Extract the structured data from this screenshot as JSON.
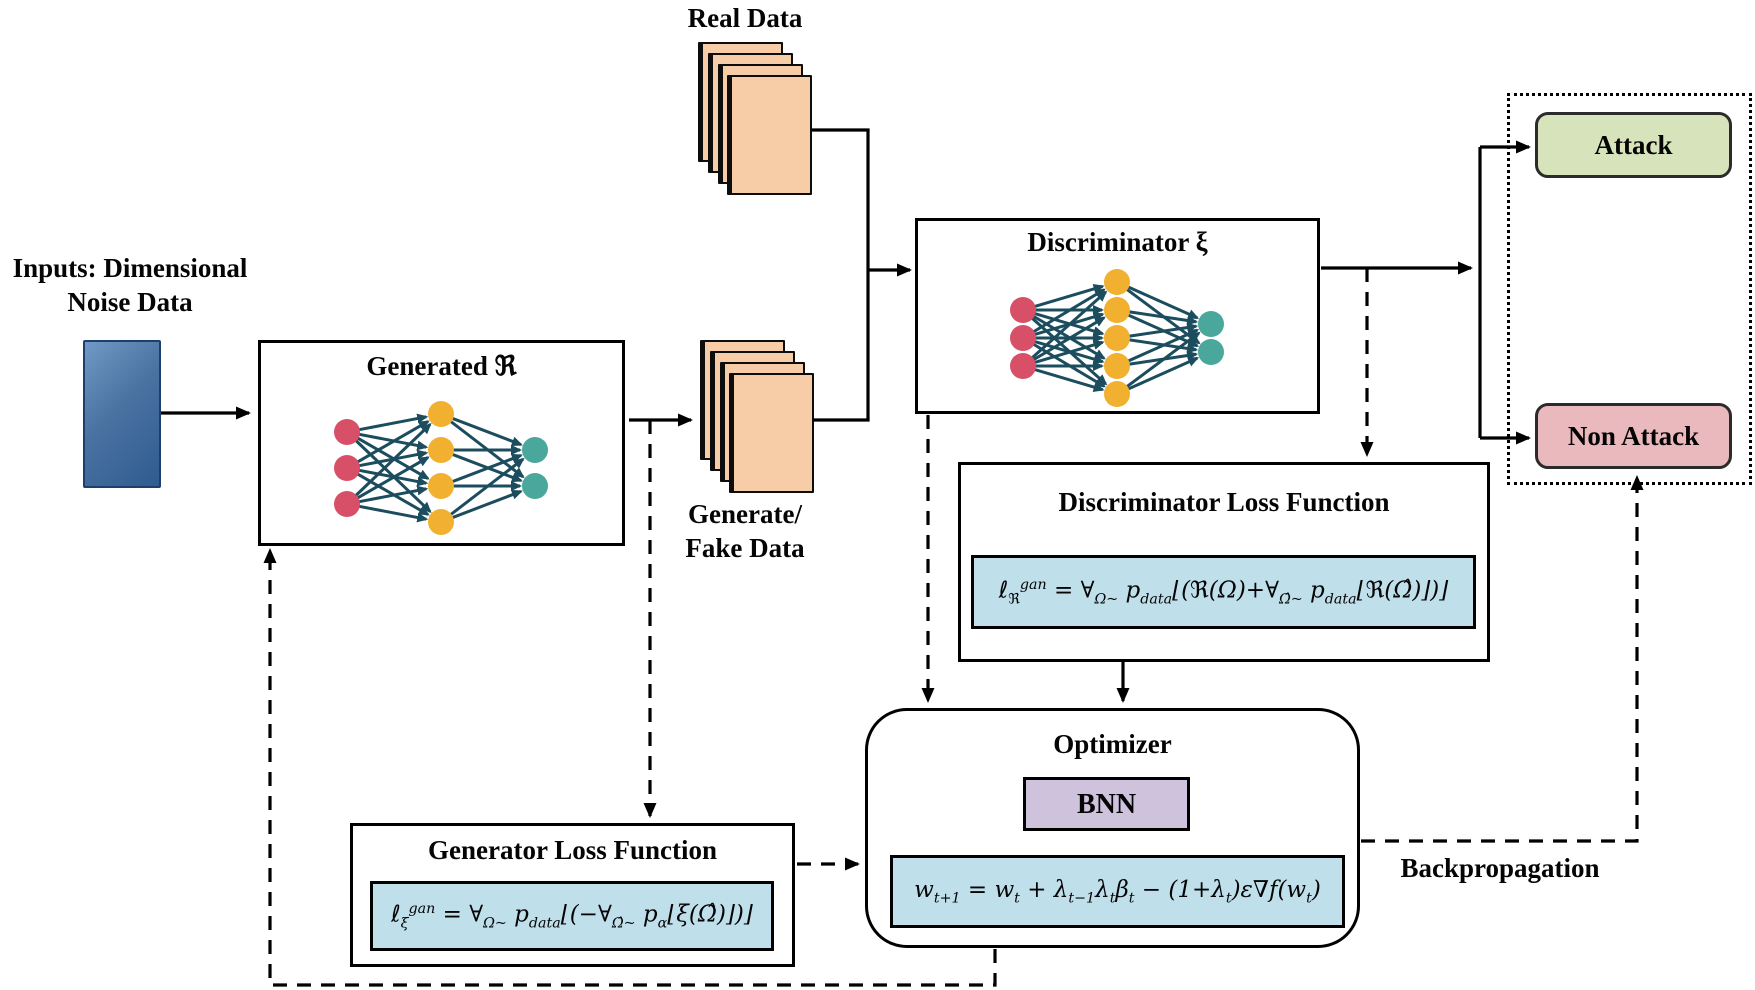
{
  "figure": {
    "inputs_label": {
      "line1": "Inputs: Dimensional",
      "line2": "Noise Data"
    },
    "real_data": {
      "label": "Real Data"
    },
    "generator": {
      "title": "Generated ℜ",
      "network": "3-4-2"
    },
    "fake_data": {
      "line1": "Generate/",
      "line2": "Fake Data"
    },
    "discriminator": {
      "title": "Discriminator ξ",
      "network": "3-5-2"
    },
    "classification": {
      "attack": "Attack",
      "non_attack": "Non Attack"
    },
    "discriminator_loss": {
      "title": "Discriminator Loss Function",
      "formula": "ℓ_{ℜ}^{gan} = ∀_{Ω~} p_{data}⌊(ℜ(Ω)+∀_{Ω̂~} p_{data}⌊ℜ(Ω̂)⌋)⌋"
    },
    "generator_loss": {
      "title": "Generator Loss Function",
      "formula": "ℓ_{ξ}^{gan} = ∀_{Ω~} p_{data}⌊(−∀_{Ω̂~} p_{α}⌊ξ(Ω̂)⌋)⌋"
    },
    "optimizer": {
      "title": "Optimizer",
      "bnn": "BNN",
      "formula": "w_{t+1} = w_{t} + λ_{t−1}λ_{t}β_{t} − (1+λ_{t})ε∇f(w_{t})"
    },
    "backpropagation_label": "Backpropagation"
  },
  "colors": {
    "noise_fill": "#2f5b91",
    "page_fill": "#f6cda6",
    "node_input": "#d85067",
    "node_hidden": "#f1b02f",
    "node_output": "#4aa79b",
    "edge": "#1c4d5e",
    "attack_bg": "#d7e4bb",
    "nonattack_bg": "#e9b9bd",
    "formula_bg": "#bfdfeb",
    "bnn_bg": "#cec2dd",
    "line": "#000000"
  }
}
